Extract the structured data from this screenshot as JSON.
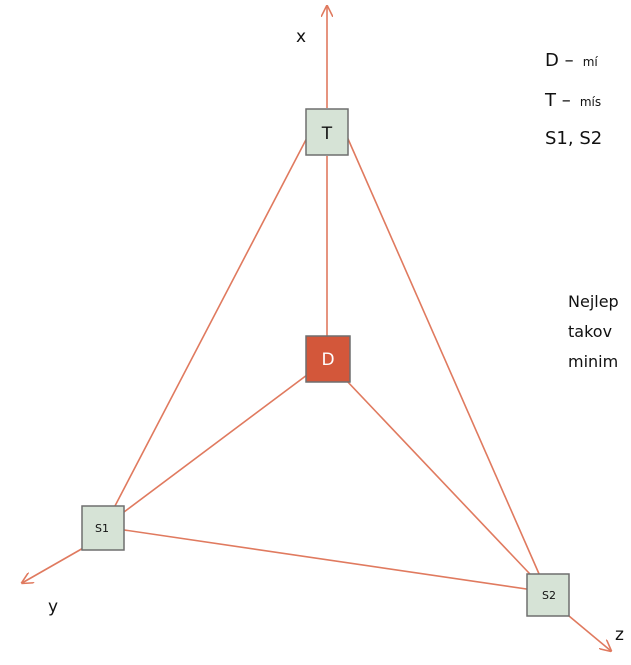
{
  "axes": {
    "x_label": "x",
    "y_label": "y",
    "z_label": "z"
  },
  "nodes": {
    "T": "T",
    "D": "D",
    "S1": "S1",
    "S2": "S2"
  },
  "legend": {
    "line1_main": "D –",
    "line1_sub": "mí",
    "line2_main": "T –",
    "line2_sub": "mís",
    "line3_main": "S1, S2"
  },
  "paragraph": {
    "line1": "Nejlep",
    "line2": "takov",
    "line3": "minim"
  },
  "colors": {
    "edge": "#e07a5f",
    "node_gray": "#d6e3d6",
    "node_red": "#d3573a",
    "node_border": "#6f6f6f"
  }
}
